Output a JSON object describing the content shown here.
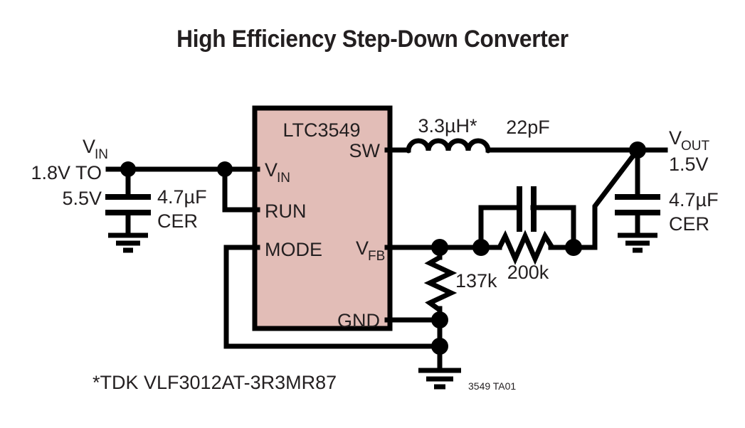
{
  "title": "High Efficiency Step-Down Converter",
  "chip": {
    "part_number": "LTC3549",
    "fill_color": "#e2bdb7",
    "pins": {
      "vin": "V",
      "vin_sub": "IN",
      "run": "RUN",
      "mode": "MODE",
      "sw": "SW",
      "vfb": "V",
      "vfb_sub": "FB",
      "gnd": "GND"
    }
  },
  "input": {
    "label": "V",
    "label_sub": "IN",
    "range_line1": "1.8V TO",
    "range_line2": "5.5V",
    "cap_value": "4.7µF",
    "cap_type": "CER"
  },
  "output": {
    "label": "V",
    "label_sub": "OUT",
    "voltage": "1.5V",
    "cap_value": "4.7µF",
    "cap_type": "CER"
  },
  "components": {
    "inductor": "3.3µH*",
    "cap_feedback": "22pF",
    "res_top": "200k",
    "res_bottom": "137k"
  },
  "footnote": "*TDK VLF3012AT-3R3MR87",
  "figure_id": "3549 TA01",
  "colors": {
    "line": "#000000",
    "text": "#231f20",
    "chip_fill": "#e2bdb7",
    "background": "#ffffff"
  }
}
